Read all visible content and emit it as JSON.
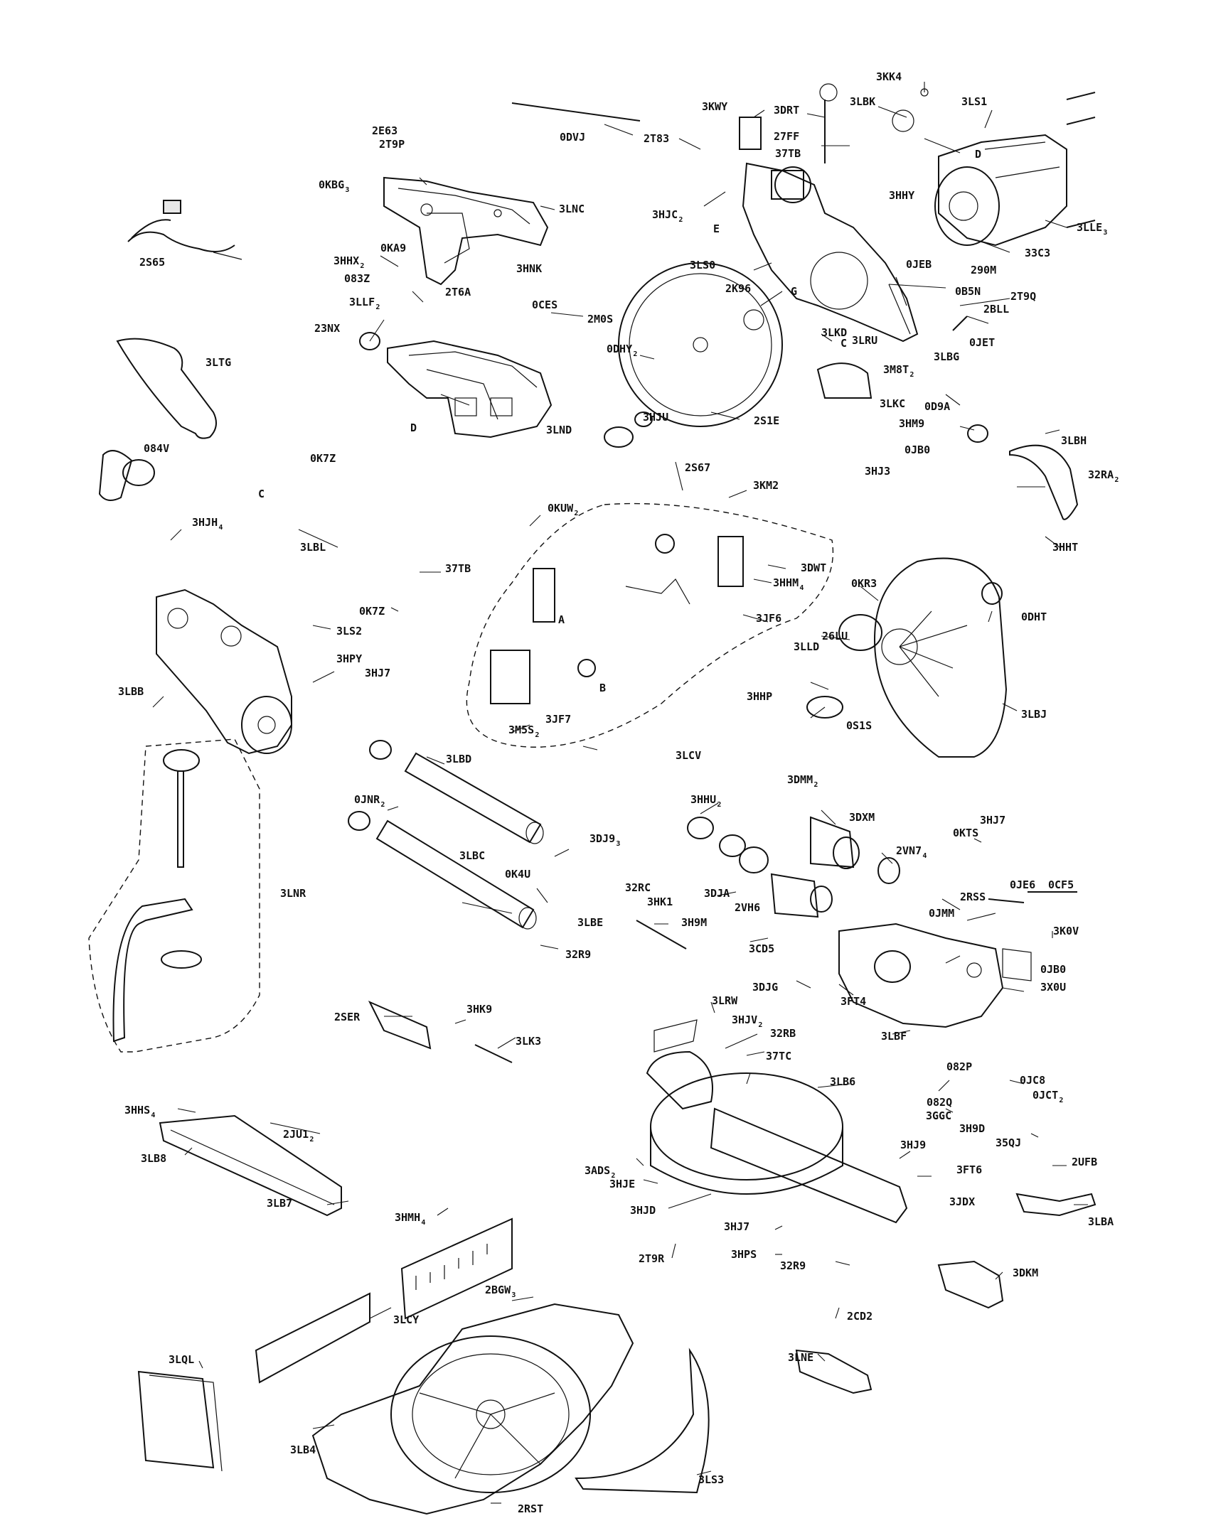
{
  "diagram": {
    "labels": [
      {
        "id": "3KK4",
        "text": "3KK4"
      },
      {
        "id": "3LBK",
        "text": "3LBK"
      },
      {
        "id": "3LS1",
        "text": "3LS1"
      },
      {
        "id": "3KWY",
        "text": "3KWY"
      },
      {
        "id": "3DRT",
        "text": "3DRT"
      },
      {
        "id": "27FF",
        "text": "27FF"
      },
      {
        "id": "37TB_top",
        "text": "37TB"
      },
      {
        "id": "2E63",
        "text": "2E63"
      },
      {
        "id": "2T9P",
        "text": "2T9P"
      },
      {
        "id": "0DVJ",
        "text": "0DVJ"
      },
      {
        "id": "2T83",
        "text": "2T83"
      },
      {
        "id": "0KBG",
        "text": "0KBG",
        "sub": "3"
      },
      {
        "id": "3LNC",
        "text": "3LNC"
      },
      {
        "id": "3HJC",
        "text": "3HJC",
        "sub": "2"
      },
      {
        "id": "3HHY",
        "text": "3HHY"
      },
      {
        "id": "3LLE",
        "text": "3LLE",
        "sub": "3"
      },
      {
        "id": "2S65",
        "text": "2S65"
      },
      {
        "id": "3HHX",
        "text": "3HHX",
        "sub": "2"
      },
      {
        "id": "0KA9",
        "text": "0KA9"
      },
      {
        "id": "3HNK",
        "text": "3HNK"
      },
      {
        "id": "083Z",
        "text": "083Z"
      },
      {
        "id": "2T6A",
        "text": "2T6A"
      },
      {
        "id": "3LLF",
        "text": "3LLF",
        "sub": "2"
      },
      {
        "id": "0CES",
        "text": "0CES"
      },
      {
        "id": "3LS0",
        "text": "3LS0"
      },
      {
        "id": "2K96",
        "text": "2K96"
      },
      {
        "id": "0JEB",
        "text": "0JEB"
      },
      {
        "id": "290M",
        "text": "290M"
      },
      {
        "id": "33C3",
        "text": "33C3"
      },
      {
        "id": "2T9Q",
        "text": "2T9Q"
      },
      {
        "id": "0B5N",
        "text": "0B5N"
      },
      {
        "id": "2BLL",
        "text": "2BLL"
      },
      {
        "id": "0JET",
        "text": "0JET"
      },
      {
        "id": "23NX",
        "text": "23NX"
      },
      {
        "id": "2M0S",
        "text": "2M0S"
      },
      {
        "id": "0DHY",
        "text": "0DHY",
        "sub": "2"
      },
      {
        "id": "3LKD",
        "text": "3LKD"
      },
      {
        "id": "3LRU",
        "text": "3LRU"
      },
      {
        "id": "3M8T",
        "text": "3M8T",
        "sub": "2"
      },
      {
        "id": "3LBG",
        "text": "3LBG"
      },
      {
        "id": "3LTG",
        "text": "3LTG"
      },
      {
        "id": "3LND",
        "text": "3LND"
      },
      {
        "id": "3HJU",
        "text": "3HJU"
      },
      {
        "id": "2S1E",
        "text": "2S1E"
      },
      {
        "id": "3LKC",
        "text": "3LKC"
      },
      {
        "id": "0D9A",
        "text": "0D9A"
      },
      {
        "id": "3HM9",
        "text": "3HM9"
      },
      {
        "id": "084V",
        "text": "084V"
      },
      {
        "id": "0JB0_top",
        "text": "0JB0"
      },
      {
        "id": "3LBH",
        "text": "3LBH"
      },
      {
        "id": "3HJ3",
        "text": "3HJ3"
      },
      {
        "id": "32RA",
        "text": "32RA",
        "sub": "2"
      },
      {
        "id": "0K7Z_top",
        "text": "0K7Z"
      },
      {
        "id": "2S67",
        "text": "2S67"
      },
      {
        "id": "3KM2",
        "text": "3KM2"
      },
      {
        "id": "0KUW",
        "text": "0KUW",
        "sub": "2"
      },
      {
        "id": "3HHT",
        "text": "3HHT"
      },
      {
        "id": "3HJH",
        "text": "3HJH",
        "sub": "4"
      },
      {
        "id": "3LBL",
        "text": "3LBL"
      },
      {
        "id": "37TB_mid",
        "text": "37TB"
      },
      {
        "id": "3DWT",
        "text": "3DWT"
      },
      {
        "id": "3HHM",
        "text": "3HHM",
        "sub": "4"
      },
      {
        "id": "0KR3",
        "text": "0KR3"
      },
      {
        "id": "0K7Z_mid",
        "text": "0K7Z"
      },
      {
        "id": "3JF6",
        "text": "3JF6"
      },
      {
        "id": "0DHT",
        "text": "0DHT"
      },
      {
        "id": "3LS2",
        "text": "3LS2"
      },
      {
        "id": "26LU",
        "text": "26LU"
      },
      {
        "id": "3HPY",
        "text": "3HPY"
      },
      {
        "id": "3HJ7_a",
        "text": "3HJ7"
      },
      {
        "id": "3LLD",
        "text": "3LLD"
      },
      {
        "id": "3LBB",
        "text": "3LBB"
      },
      {
        "id": "3JF7",
        "text": "3JF7"
      },
      {
        "id": "3M5S",
        "text": "3M5S",
        "sub": "2"
      },
      {
        "id": "3HHP",
        "text": "3HHP"
      },
      {
        "id": "0S1S",
        "text": "0S1S"
      },
      {
        "id": "3LBJ",
        "text": "3LBJ"
      },
      {
        "id": "3LCV",
        "text": "3LCV"
      },
      {
        "id": "3LBD",
        "text": "3LBD"
      },
      {
        "id": "3DMM",
        "text": "3DMM",
        "sub": "2"
      },
      {
        "id": "3HHU",
        "text": "3HHU",
        "sub": "2"
      },
      {
        "id": "3DXM",
        "text": "3DXM"
      },
      {
        "id": "0JNR",
        "text": "0JNR",
        "sub": "2"
      },
      {
        "id": "3HJ7_b",
        "text": "3HJ7"
      },
      {
        "id": "0KTS",
        "text": "0KTS"
      },
      {
        "id": "2VN7",
        "text": "2VN7",
        "sub": "4"
      },
      {
        "id": "3DJ9",
        "text": "3DJ9",
        "sub": "3"
      },
      {
        "id": "3LBC",
        "text": "3LBC"
      },
      {
        "id": "0K4U",
        "text": "0K4U"
      },
      {
        "id": "32RC",
        "text": "32RC"
      },
      {
        "id": "3HK1",
        "text": "3HK1"
      },
      {
        "id": "3DJA",
        "text": "3DJA"
      },
      {
        "id": "0JE6",
        "text": "0JE6"
      },
      {
        "id": "0CF5",
        "text": "0CF5"
      },
      {
        "id": "2RSS",
        "text": "2RSS"
      },
      {
        "id": "3LNR",
        "text": "3LNR"
      },
      {
        "id": "2VH6",
        "text": "2VH6"
      },
      {
        "id": "0JMM",
        "text": "0JMM"
      },
      {
        "id": "3LBE",
        "text": "3LBE"
      },
      {
        "id": "3H9M",
        "text": "3H9M"
      },
      {
        "id": "3CD5",
        "text": "3CD5"
      },
      {
        "id": "3K0V",
        "text": "3K0V"
      },
      {
        "id": "32R9_a",
        "text": "32R9"
      },
      {
        "id": "0JB0_mid",
        "text": "0JB0"
      },
      {
        "id": "3DJG",
        "text": "3DJG"
      },
      {
        "id": "3X0U",
        "text": "3X0U"
      },
      {
        "id": "3FT4",
        "text": "3FT4"
      },
      {
        "id": "2SER",
        "text": "2SER"
      },
      {
        "id": "3HK9",
        "text": "3HK9"
      },
      {
        "id": "3LRW",
        "text": "3LRW"
      },
      {
        "id": "3LBF",
        "text": "3LBF"
      },
      {
        "id": "3HJV",
        "text": "3HJV",
        "sub": "2"
      },
      {
        "id": "32RB",
        "text": "32RB"
      },
      {
        "id": "3LK3",
        "text": "3LK3"
      },
      {
        "id": "37TC",
        "text": "37TC"
      },
      {
        "id": "082P",
        "text": "082P"
      },
      {
        "id": "0JC8",
        "text": "0JC8"
      },
      {
        "id": "3LB6",
        "text": "3LB6"
      },
      {
        "id": "082Q",
        "text": "082Q"
      },
      {
        "id": "0JCT",
        "text": "0JCT",
        "sub": "2"
      },
      {
        "id": "3GGC",
        "text": "3GGC"
      },
      {
        "id": "3H9D",
        "text": "3H9D"
      },
      {
        "id": "3HHS",
        "text": "3HHS",
        "sub": "4"
      },
      {
        "id": "2JU1",
        "text": "2JU1",
        "sub": "2"
      },
      {
        "id": "35QJ",
        "text": "35QJ"
      },
      {
        "id": "3LB8",
        "text": "3LB8"
      },
      {
        "id": "3HJ9",
        "text": "3HJ9"
      },
      {
        "id": "2UFB",
        "text": "2UFB"
      },
      {
        "id": "3FT6",
        "text": "3FT6"
      },
      {
        "id": "3ADS",
        "text": "3ADS",
        "sub": "2"
      },
      {
        "id": "3HJE",
        "text": "3HJE"
      },
      {
        "id": "3JDX",
        "text": "3JDX"
      },
      {
        "id": "3LBA",
        "text": "3LBA"
      },
      {
        "id": "3LB7",
        "text": "3LB7"
      },
      {
        "id": "3HJD",
        "text": "3HJD"
      },
      {
        "id": "3HJ7_c",
        "text": "3HJ7"
      },
      {
        "id": "3HMH",
        "text": "3HMH",
        "sub": "4"
      },
      {
        "id": "3HPS",
        "text": "3HPS"
      },
      {
        "id": "2T9R",
        "text": "2T9R"
      },
      {
        "id": "32R9_b",
        "text": "32R9"
      },
      {
        "id": "3DKM",
        "text": "3DKM"
      },
      {
        "id": "2BGW",
        "text": "2BGW",
        "sub": "3"
      },
      {
        "id": "3LCY",
        "text": "3LCY"
      },
      {
        "id": "2CD2",
        "text": "2CD2"
      },
      {
        "id": "3LNE",
        "text": "3LNE"
      },
      {
        "id": "3LQL",
        "text": "3LQL"
      },
      {
        "id": "3LB4",
        "text": "3LB4"
      },
      {
        "id": "3LS3",
        "text": "3LS3"
      },
      {
        "id": "2RST",
        "text": "2RST"
      },
      {
        "id": "ref_D1",
        "text": "D"
      },
      {
        "id": "ref_E",
        "text": "E"
      },
      {
        "id": "ref_G",
        "text": "G"
      },
      {
        "id": "ref_C1",
        "text": "C"
      },
      {
        "id": "ref_D2",
        "text": "D"
      },
      {
        "id": "ref_C2",
        "text": "C"
      },
      {
        "id": "ref_A",
        "text": "A"
      },
      {
        "id": "ref_B",
        "text": "B"
      }
    ]
  }
}
